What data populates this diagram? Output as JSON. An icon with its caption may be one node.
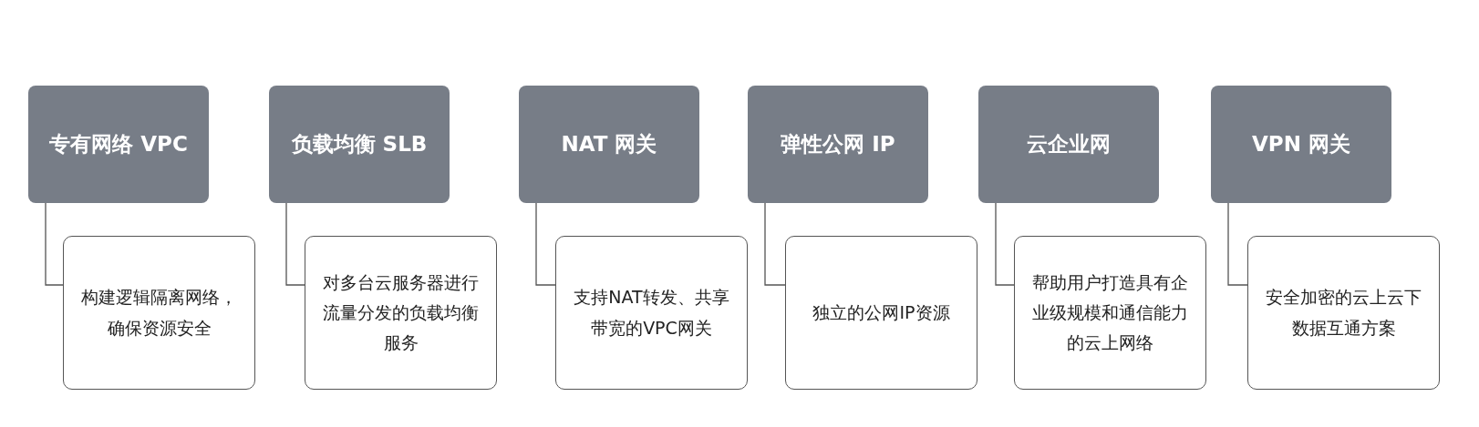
{
  "diagram": {
    "nodes": [
      {
        "text": [
          "专有网络 VPC"
        ]
      },
      {
        "text": [
          "负载均衡 SLB"
        ]
      },
      {
        "text": [
          "NAT 网关"
        ]
      },
      {
        "text": [
          "弹性公网 IP"
        ]
      },
      {
        "text": [
          "云企业网"
        ]
      },
      {
        "text": [
          "VPN 网关"
        ]
      },
      {
        "text": [
          "构建逻辑隔离网络，确保资源安全"
        ]
      },
      {
        "text": [
          "对多台云服务器进行流量分发的负载均衡服务"
        ]
      },
      {
        "text": [
          "支持NAT转发、共享带宽的VPC网关"
        ]
      },
      {
        "text": [
          "独立的公网IP资源"
        ]
      },
      {
        "text": [
          "帮助用户打造具有企业级规模和通信能力的云上网络"
        ]
      },
      {
        "text": [
          "安全加密的云上云下数据互通方案"
        ]
      }
    ],
    "edges": [
      {
        "from": 0,
        "to": 6,
        "arrow": "none"
      },
      {
        "from": 1,
        "to": 7,
        "arrow": "none"
      },
      {
        "from": 2,
        "to": 8,
        "arrow": "none"
      },
      {
        "from": 3,
        "to": 9,
        "arrow": "none"
      },
      {
        "from": 4,
        "to": 10,
        "arrow": "none"
      },
      {
        "from": 5,
        "to": 11,
        "arrow": "none"
      }
    ]
  }
}
